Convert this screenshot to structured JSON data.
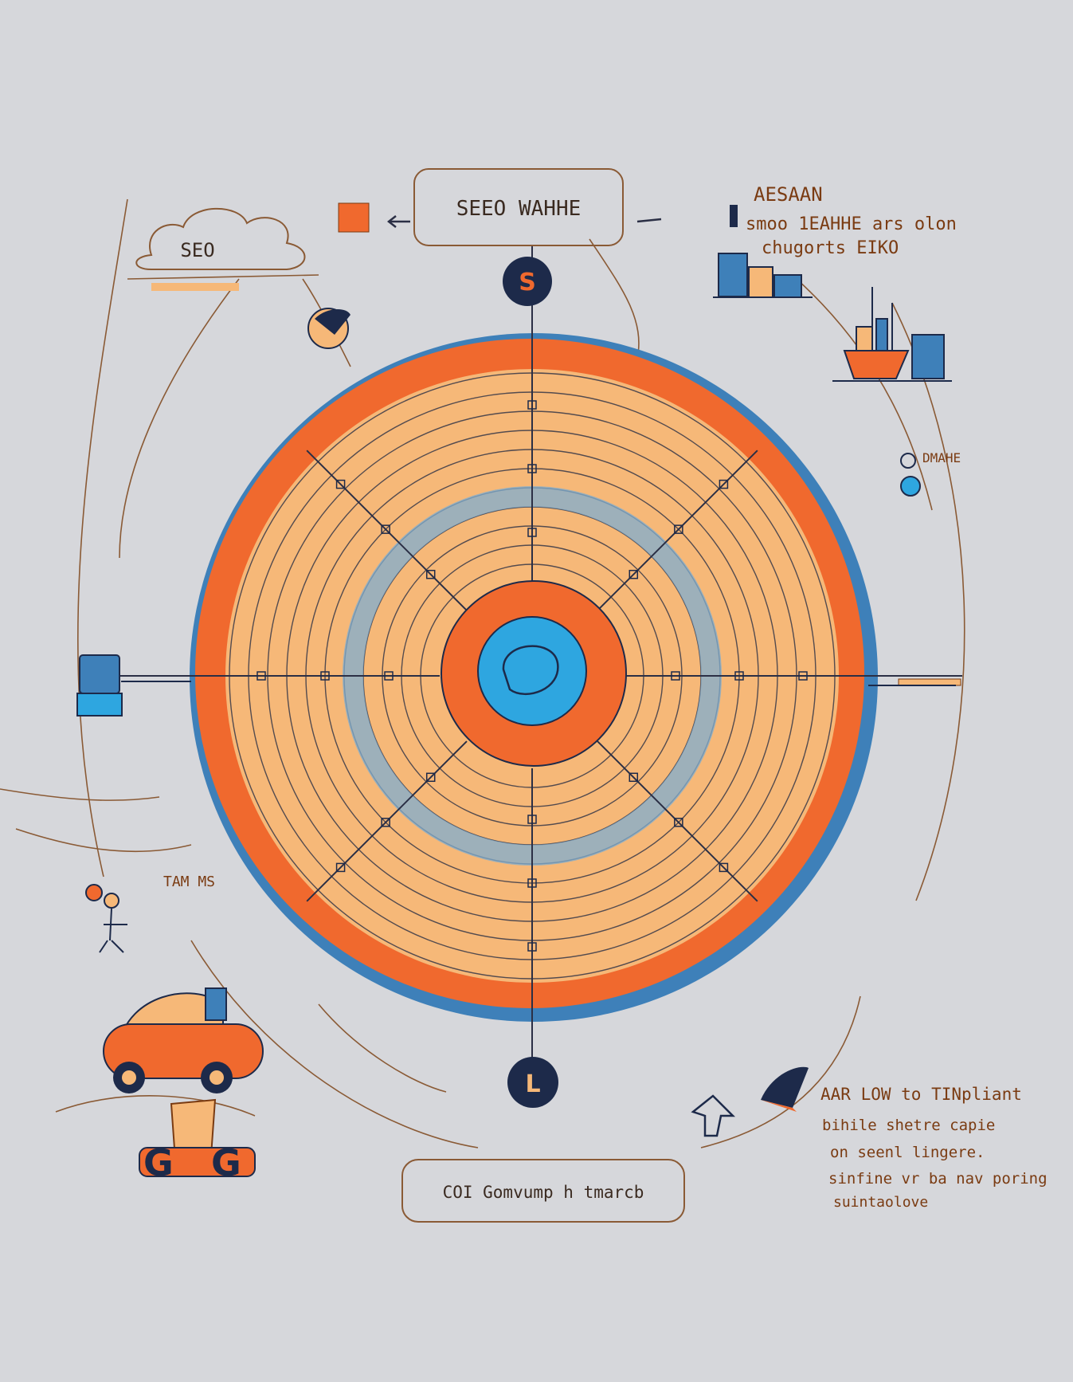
{
  "colors": {
    "background": "#d6d7db",
    "orange": "#f0692e",
    "peach": "#f6b878",
    "blue": "#3e80b9",
    "cyan": "#2ea6e0",
    "navy": "#1d2a4a",
    "ink": "#8a5a35"
  },
  "labels": {
    "top_box": "SEEO WAHHE",
    "cloud": "SEO",
    "top_right_title": "AESAAN",
    "top_right_line1": "smoo 1EAHHE ars olon",
    "top_right_line2": "chugorts EIKO",
    "bottom_box": "COI Gomvump h tmarcb",
    "note_line1": "AAR LOW to TINpliant",
    "note_line2": "bihile shetre capie",
    "note_line3": "on seenl lingere.",
    "note_line4": "sinfine vr ba nav poring",
    "note_line5": "suintaolove",
    "top_node_glyph": "S",
    "bottom_node_glyph": "L",
    "left_label": "TAM MS",
    "right_label": "DMAHE",
    "coin_glyph": "G"
  },
  "icons": {
    "top_node": "circle-s-icon",
    "bottom_node": "circle-l-icon",
    "car": "car-illustration",
    "computer": "computer-icon",
    "factory": "factory-icon",
    "building": "building-icon",
    "rocket": "rocket-icon",
    "arrow": "arrow-icon"
  }
}
